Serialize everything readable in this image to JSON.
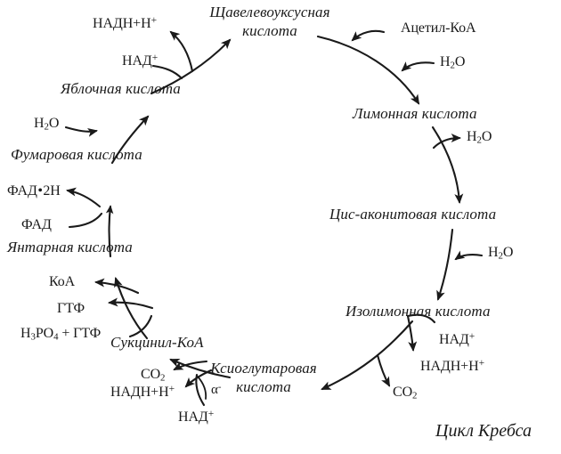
{
  "diagram": {
    "caption": "Цикл Кребса",
    "ink_color": "#1a1a1a",
    "background_color": "#ffffff"
  },
  "intermediates": [
    {
      "id": "oxaloacetate",
      "label_line1": "Щавелевоуксусная",
      "label_line2": "кислота"
    },
    {
      "id": "citrate",
      "label": "Лимонная кислота"
    },
    {
      "id": "cis_aconitate",
      "label": "Цис-аконитовая кислота"
    },
    {
      "id": "isocitrate",
      "label": "Изолимонная кислота"
    },
    {
      "id": "ketoglutarate",
      "label_line1": "Ксиоглутаровая",
      "label_line2": "кислота"
    },
    {
      "id": "succinyl_coa",
      "label": "Сукцинил-КоА"
    },
    {
      "id": "succinate",
      "label": "Янтарная кислота"
    },
    {
      "id": "fumarate",
      "label": "Фумаровая кислота"
    },
    {
      "id": "malate",
      "label": "Яблочная кислота"
    }
  ],
  "cofactors": {
    "nadh_top": "НАДН+Н",
    "nadh_top_charge": "+",
    "nad_top": "НАД",
    "nad_top_charge": "+",
    "acetyl_coa": "Ацетил-КоА",
    "water_acetyl": "H",
    "water_acetyl_sub": "2",
    "water_acetyl_tail": "O",
    "water_citrate": "H",
    "water_citrate_sub": "2",
    "water_citrate_tail": "O",
    "water_aconitate": "H",
    "water_aconitate_sub": "2",
    "water_aconitate_tail": "O",
    "water_fumarate": "H",
    "water_fumarate_sub": "2",
    "water_fumarate_tail": "O",
    "nad_isocitrate": "НАД",
    "nad_isocitrate_charge": "+",
    "nadh_isocitrate": "НАДН+Н",
    "nadh_isocitrate_charge": "+",
    "co2_isocitrate": "CO",
    "co2_isocitrate_sub": "2",
    "nad_ketoglutarate": "НАД",
    "nad_ketoglutarate_charge": "+",
    "nadh_ketoglutarate": "НАДН+Н",
    "nadh_ketoglutarate_charge": "+",
    "co2_ketoglutarate": "CO",
    "co2_ketoglutarate_sub": "2",
    "alpha_marker": "α",
    "alpha_marker_charge": "-",
    "koa": "КоА",
    "gtf_product": "ГТФ",
    "phosphate": "H",
    "phosphate_sub": "3",
    "phosphate_mid": "PO",
    "phosphate_sub2": "4",
    "phosphate_tail": " + ГТФ",
    "fad": "ФАД",
    "fadh2": "ФАД",
    "fadh2_dot": "•",
    "fadh2_tail": "2Н"
  }
}
